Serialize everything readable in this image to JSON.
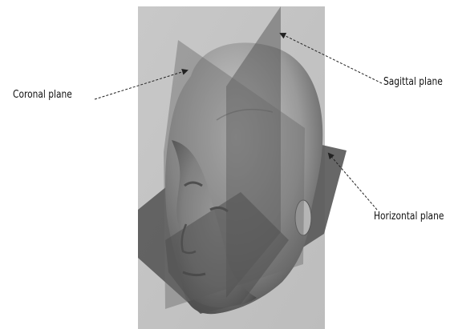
{
  "labels": {
    "coronal": "Coronal plane",
    "sagittal": "Sagittal plane",
    "horizontal": "Horizontal plane"
  },
  "colors": {
    "background_panel": "#c4c4c4",
    "plane_dark": "#5a5a5a",
    "head_skin": "#9a9a9a",
    "arrow": "#222222"
  }
}
